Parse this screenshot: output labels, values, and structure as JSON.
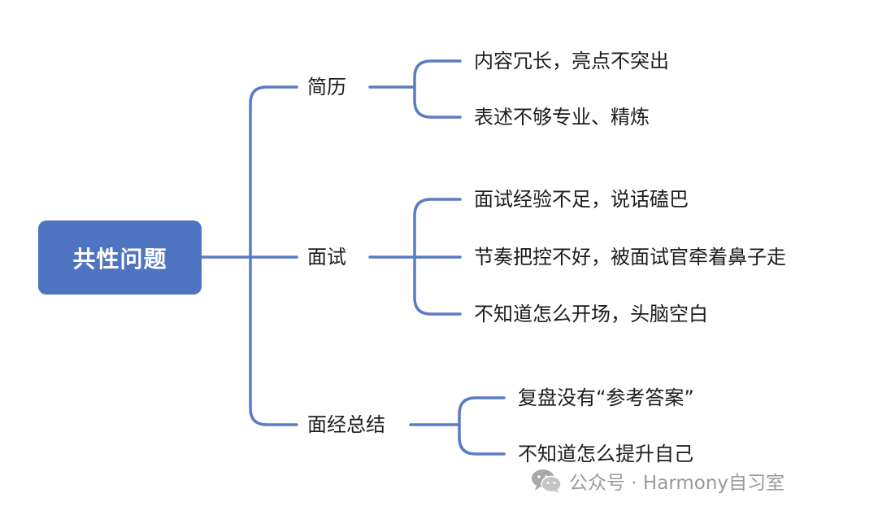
{
  "root": {
    "label": "共性问题"
  },
  "branches": [
    {
      "label": "简历",
      "children": [
        "内容冗长，亮点不突出",
        "表述不够专业、精炼"
      ]
    },
    {
      "label": "面试",
      "children": [
        "面试经验不足，说话磕巴",
        "节奏把控不好，被面试官牵着鼻子走",
        "不知道怎么开场，头脑空白"
      ]
    },
    {
      "label": "面经总结",
      "children": [
        "复盘没有“参考答案”",
        "不知道怎么提升自己"
      ]
    }
  ],
  "watermark": {
    "icon": "wechat-icon",
    "text": "公众号 · Harmony自习室"
  },
  "colors": {
    "accent": "#4f74c1",
    "connector": "#5b7cc3",
    "text": "#1c1c1c",
    "watermark": "#9a9a9a"
  }
}
